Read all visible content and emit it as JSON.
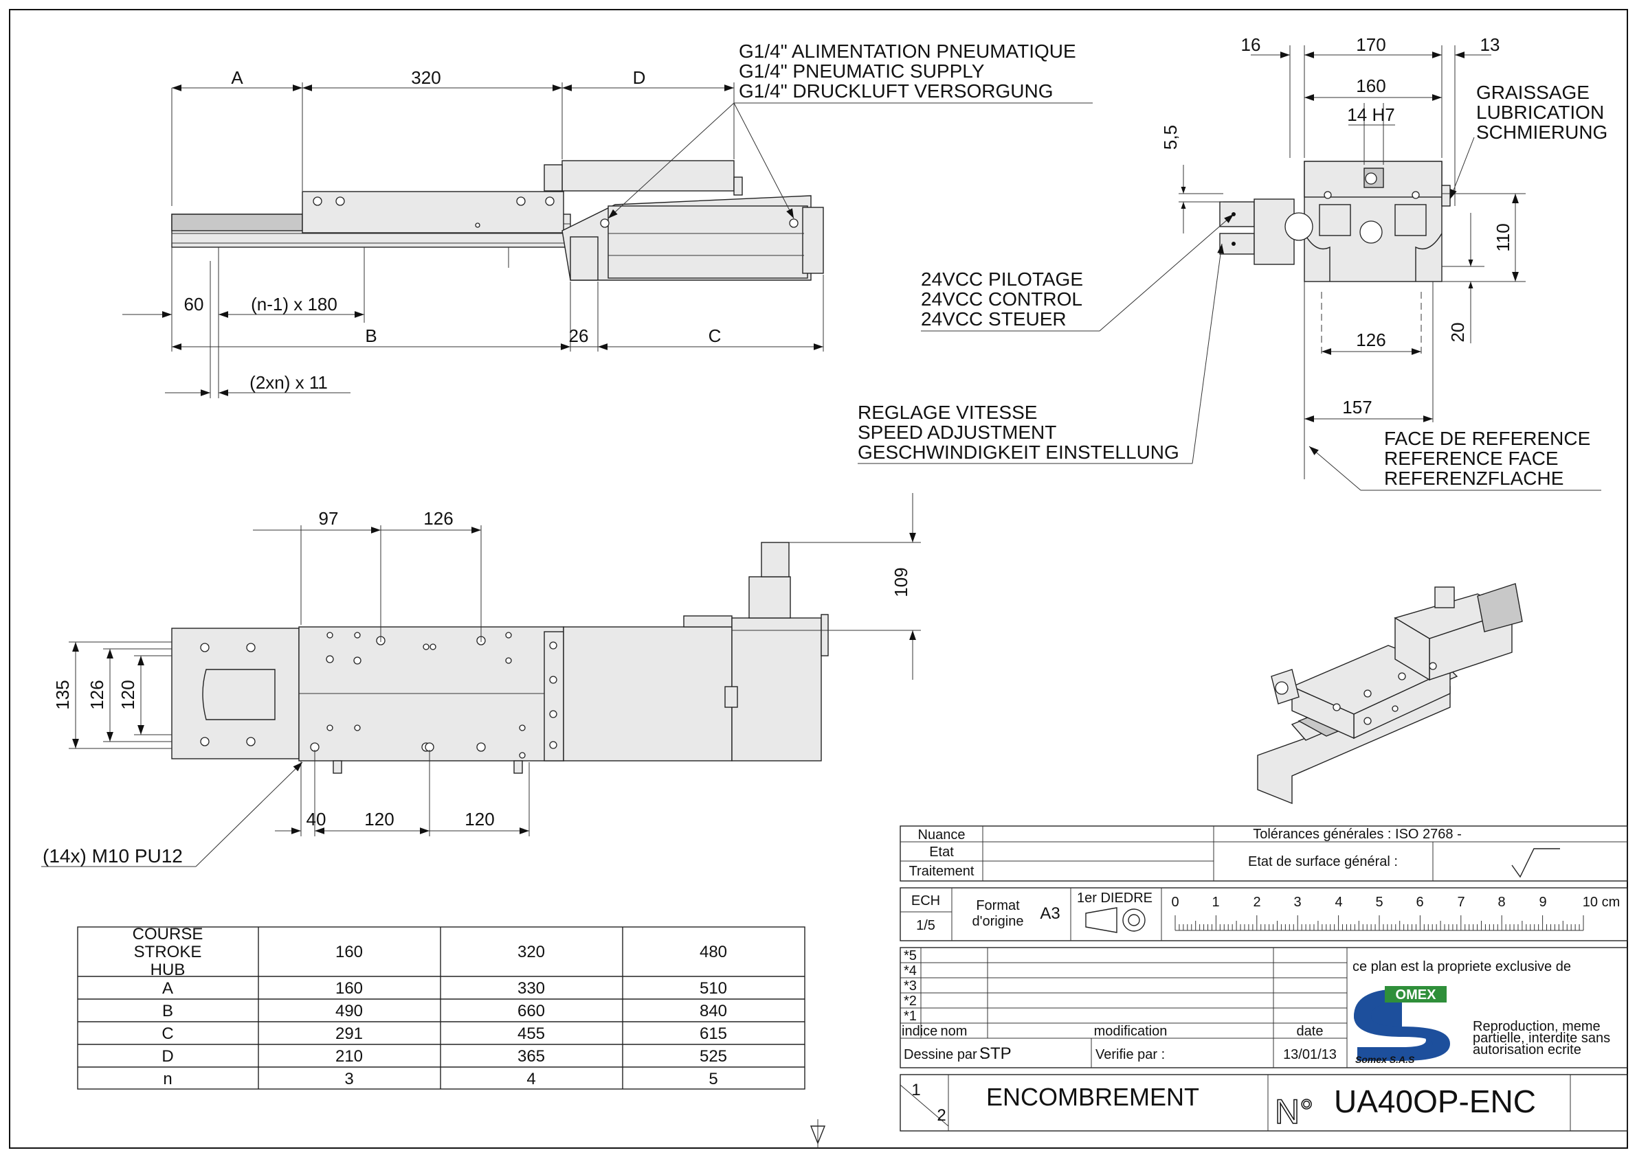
{
  "notes": {
    "pneumatic": [
      "G1/4\" ALIMENTATION PNEUMATIQUE",
      "G1/4\" PNEUMATIC SUPPLY",
      "G1/4\" DRUCKLUFT VERSORGUNG"
    ],
    "control": [
      "24VCC PILOTAGE",
      "24VCC CONTROL",
      "24VCC STEUER"
    ],
    "speed": [
      "REGLAGE VITESSE",
      "SPEED ADJUSTMENT",
      "GESCHWINDIGKEIT EINSTELLUNG"
    ],
    "lubrication": [
      "GRAISSAGE",
      "LUBRICATION",
      "SCHMIERUNG"
    ],
    "reference": [
      "FACE DE REFERENCE",
      "REFERENCE FACE",
      "REFERENZFLACHE"
    ],
    "holes": "(14x) M10 PU12"
  },
  "dims_front": {
    "a": "A",
    "d320": "320",
    "d": "D",
    "d60": "60",
    "n180": "(n-1) x 180",
    "b": "B",
    "d26": "26",
    "c": "C",
    "n11": "(2xn) x 11"
  },
  "dims_side": {
    "d16": "16",
    "d170": "170",
    "d13": "13",
    "d160": "160",
    "d14": "14 H7",
    "d55": "5,5",
    "d110": "110",
    "d126": "126",
    "d20": "20",
    "d157": "157"
  },
  "dims_top": {
    "d97": "97",
    "d126": "126",
    "d109": "109",
    "d135": "135",
    "d126b": "126",
    "d120": "120",
    "d40": "40",
    "d120a": "120",
    "d120b": "120"
  },
  "stroke_table": {
    "header": [
      "COURSE",
      "STROKE",
      "HUB"
    ],
    "columns": [
      "160",
      "320",
      "480"
    ],
    "rows": [
      {
        "label": "A",
        "values": [
          "160",
          "330",
          "510"
        ]
      },
      {
        "label": "B",
        "values": [
          "490",
          "660",
          "840"
        ]
      },
      {
        "label": "C",
        "values": [
          "291",
          "455",
          "615"
        ]
      },
      {
        "label": "D",
        "values": [
          "210",
          "365",
          "525"
        ]
      },
      {
        "label": "n",
        "values": [
          "3",
          "4",
          "5"
        ]
      }
    ]
  },
  "title_block": {
    "nuance": "Nuance",
    "etat": "Etat",
    "traitement": "Traitement",
    "tolerances": "Tolérances générales : ISO 2768 -",
    "surface": "Etat de surface général :",
    "ech": "ECH",
    "scale": "1/5",
    "format_label": [
      "Format",
      "d'origine"
    ],
    "format": "A3",
    "diedre": "1er DIEDRE",
    "ruler": [
      "0",
      "1",
      "2",
      "3",
      "4",
      "5",
      "6",
      "7",
      "8",
      "9",
      "10 cm"
    ],
    "revisions": [
      "*5",
      "*4",
      "*3",
      "*2",
      "*1"
    ],
    "indice": "indice",
    "nom": "nom",
    "modification": "modification",
    "date_label": "date",
    "dessine_label": "Dessine par :",
    "dessine": "STP",
    "verifie_label": "Verifie par :",
    "date": "13/01/13",
    "property": "ce plan est la propriete exclusive de",
    "logo": "OMEX",
    "company": "Somex S.A.S",
    "reproduction": [
      "Reproduction, meme",
      "partielle, interdite sans",
      "autorisation ecrite"
    ],
    "sheet_num": "1",
    "sheet_total": "2",
    "title": "ENCOMBREMENT",
    "n_label": "N°",
    "drawing_number": "UA40OP-ENC"
  },
  "colors": {
    "logo_blue": "#1d4f9c",
    "logo_green": "#2f8f3a"
  }
}
